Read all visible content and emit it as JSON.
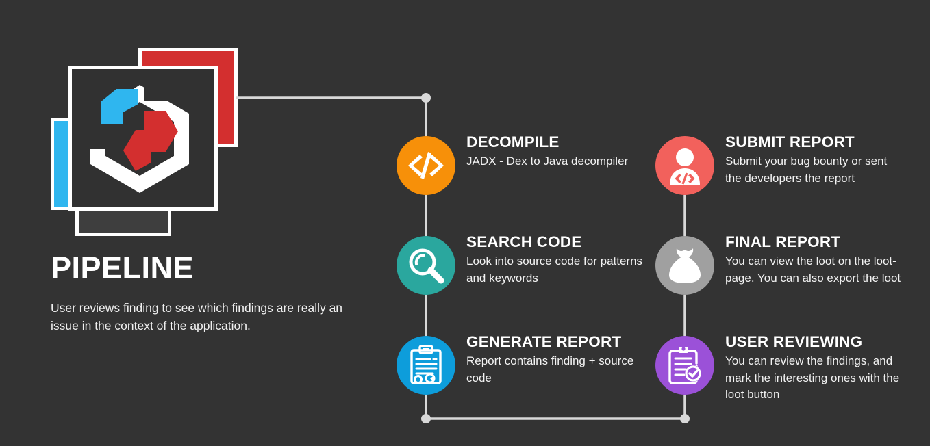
{
  "meta": {
    "background_color": "#333333",
    "accent_white": "#ffffff"
  },
  "logo": {
    "name": "pipeline-logo",
    "alt": "hexagon key logo",
    "colors": {
      "red_square": "#d32f2f",
      "blue_square": "#2fb6ef",
      "gray_square": "#3e3e3e",
      "main_square": "#313131",
      "hex_outline": "#ffffff",
      "hex_accent": "#2fb6ef",
      "key": "#d32f2f"
    }
  },
  "left": {
    "title": "PIPELINE",
    "description": "User reviews finding to see which findings are really an issue in the context of the application."
  },
  "steps": [
    {
      "id": "decompile",
      "title": "DECOMPILE",
      "description": "JADX - Dex to Java decompiler",
      "icon": "code-brackets-icon",
      "color": "#f79009",
      "column": "left",
      "row": 1
    },
    {
      "id": "search-code",
      "title": "SEARCH CODE",
      "description": "Look into source code for patterns and keywords",
      "icon": "magnifier-icon",
      "color": "#2aa79e",
      "column": "left",
      "row": 2
    },
    {
      "id": "generate-report",
      "title": "GENERATE REPORT",
      "description": "Report contains finding + source code",
      "icon": "clipboard-chart-icon",
      "color": "#0d9ddb",
      "column": "left",
      "row": 3
    },
    {
      "id": "submit-report",
      "title": "SUBMIT REPORT",
      "description": "Submit your bug bounty or sent the developers the report",
      "icon": "person-code-icon",
      "color": "#f2615c",
      "column": "right",
      "row": 1
    },
    {
      "id": "final-report",
      "title": "FINAL REPORT",
      "description": "You can view the loot on the loot-page. You can also export the loot",
      "icon": "money-bag-icon",
      "color": "#a0a0a0",
      "column": "right",
      "row": 2
    },
    {
      "id": "user-reviewing",
      "title": "USER REVIEWING",
      "description": "You can review the findings, and mark the interesting ones with the loot button",
      "icon": "clipboard-check-icon",
      "color": "#9b51d8",
      "column": "right",
      "row": 3
    }
  ],
  "connectors": {
    "line_color": "#d8d8d8",
    "node_color": "#d8d8d8",
    "paths": [
      "logo-to-decompile",
      "decompile-to-search-code",
      "search-code-to-generate-report",
      "generate-report-to-user-reviewing",
      "user-reviewing-to-final-report",
      "final-report-to-submit-report"
    ]
  }
}
